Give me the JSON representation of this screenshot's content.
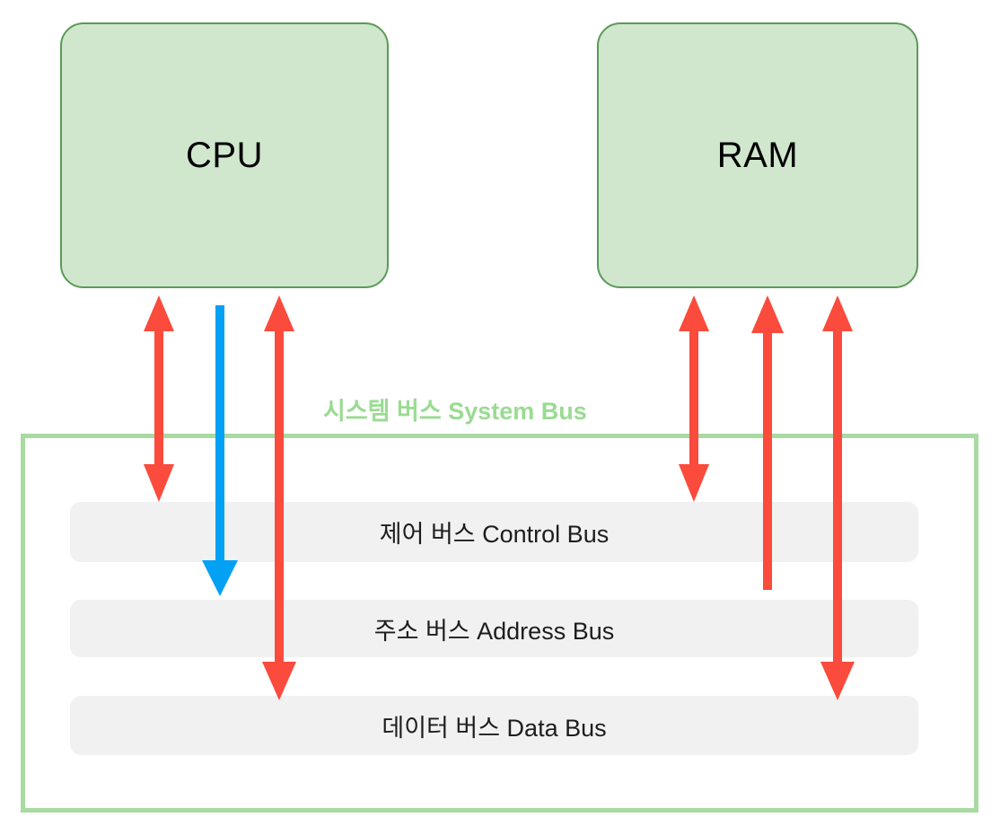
{
  "diagram": {
    "title_visible": false,
    "background": "#ffffff",
    "units": [
      {
        "id": "cpu",
        "label": "CPU",
        "fill": "#d0e7ce",
        "stroke": "#5b9a57"
      },
      {
        "id": "ram",
        "label": "RAM",
        "fill": "#d0e7ce",
        "stroke": "#5b9a57"
      }
    ],
    "system_bus": {
      "title": "시스템 버스 System Bus",
      "title_color": "#9adb92",
      "border_color": "#a8daa2",
      "lanes": [
        {
          "id": "control",
          "label": "제어 버스 Control Bus",
          "fill": "#f1f1f1"
        },
        {
          "id": "address",
          "label": "주소 버스 Address Bus",
          "fill": "#f1f1f1"
        },
        {
          "id": "data",
          "label": "데이터 버스 Data Bus",
          "fill": "#f1f1f1"
        }
      ]
    },
    "connectors": {
      "control_color": "#fa4b3c",
      "address_color": "#03a1f4",
      "data_color": "#fa4b3c",
      "items": [
        {
          "id": "cpu-control",
          "from": "cpu",
          "to": "control",
          "color": "#fa4b3c",
          "direction": "both"
        },
        {
          "id": "cpu-address",
          "from": "cpu",
          "to": "address",
          "color": "#03a1f4",
          "direction": "down"
        },
        {
          "id": "cpu-data",
          "from": "cpu",
          "to": "data",
          "color": "#fa4b3c",
          "direction": "both"
        },
        {
          "id": "ram-control",
          "from": "ram",
          "to": "control",
          "color": "#fa4b3c",
          "direction": "both"
        },
        {
          "id": "ram-address",
          "from": "ram",
          "to": "address",
          "color": "#fa4b3c",
          "direction": "up"
        },
        {
          "id": "ram-data",
          "from": "ram",
          "to": "data",
          "color": "#fa4b3c",
          "direction": "both"
        }
      ]
    }
  }
}
